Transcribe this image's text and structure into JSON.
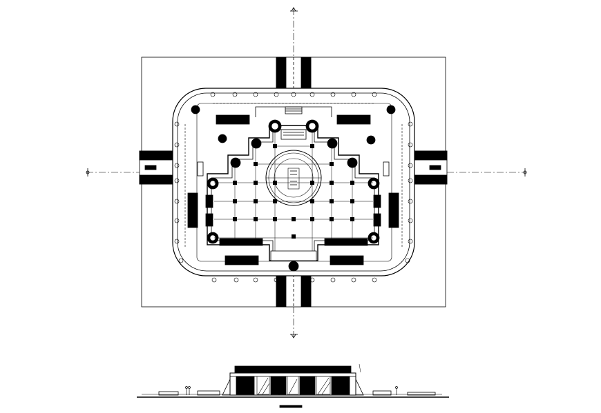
{
  "drawing": {
    "kind": "architectural site plan with elevation",
    "line_color": "#000000",
    "background_color": "#ffffff",
    "grid_bubble_count_top": 9,
    "grid_bubble_count_side": 7
  }
}
